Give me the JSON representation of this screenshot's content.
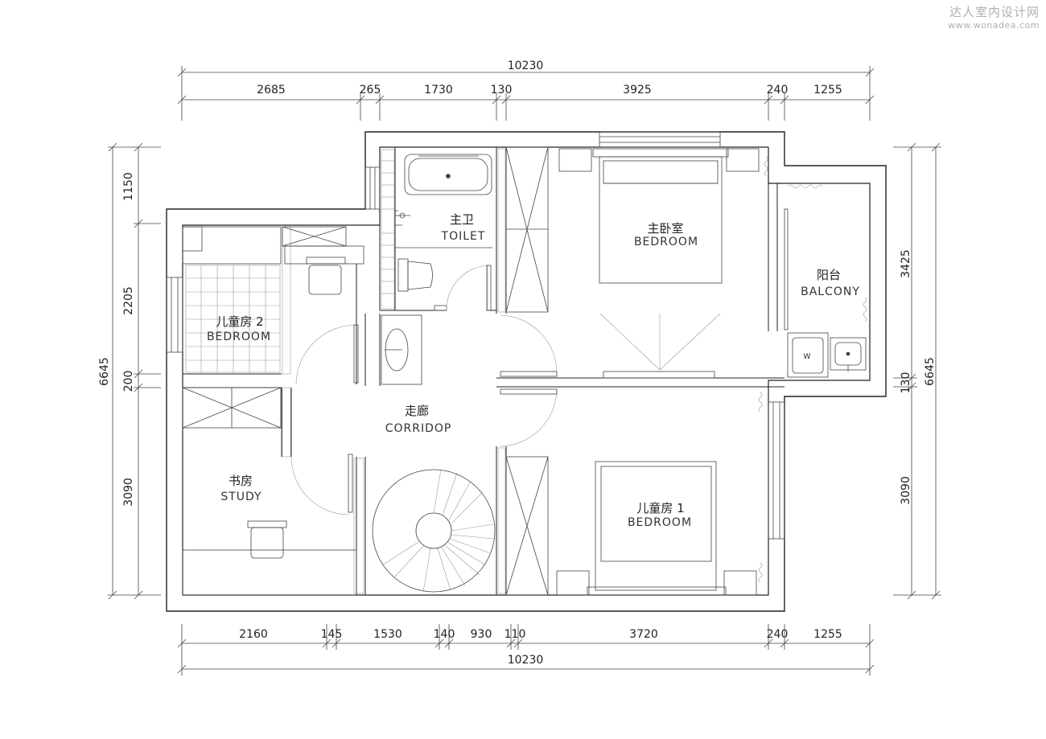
{
  "watermark": {
    "cn": "达人室内设计网",
    "url": "www.wonadea.com"
  },
  "dimensions": {
    "top_total": "10230",
    "top": [
      "2685",
      "265",
      "1730",
      "130",
      "3925",
      "240",
      "1255"
    ],
    "bottom": [
      "2160",
      "145",
      "1530",
      "140",
      "930",
      "110",
      "3720",
      "240",
      "1255"
    ],
    "bottom_total": "10230",
    "left": [
      "1150",
      "2205",
      "200",
      "3090"
    ],
    "left_total": "6645",
    "right": [
      "3425",
      "130",
      "3090"
    ],
    "right_total": "6645"
  },
  "rooms": {
    "toilet": {
      "cn": "主卫",
      "en": "TOILET"
    },
    "master_bedroom": {
      "cn": "主卧室",
      "en": "BEDROOM"
    },
    "balcony": {
      "cn": "阳台",
      "en": "BALCONY"
    },
    "kids_room_2": {
      "cn": "儿童房 2",
      "en": "BEDROOM"
    },
    "corridor": {
      "cn": "走廊",
      "en": "CORRIDOP"
    },
    "study": {
      "cn": "书房",
      "en": "STUDY"
    },
    "kids_room_1": {
      "cn": "儿童房 1",
      "en": "BEDROOM"
    }
  },
  "fixture_labels": {
    "washer": "W"
  }
}
